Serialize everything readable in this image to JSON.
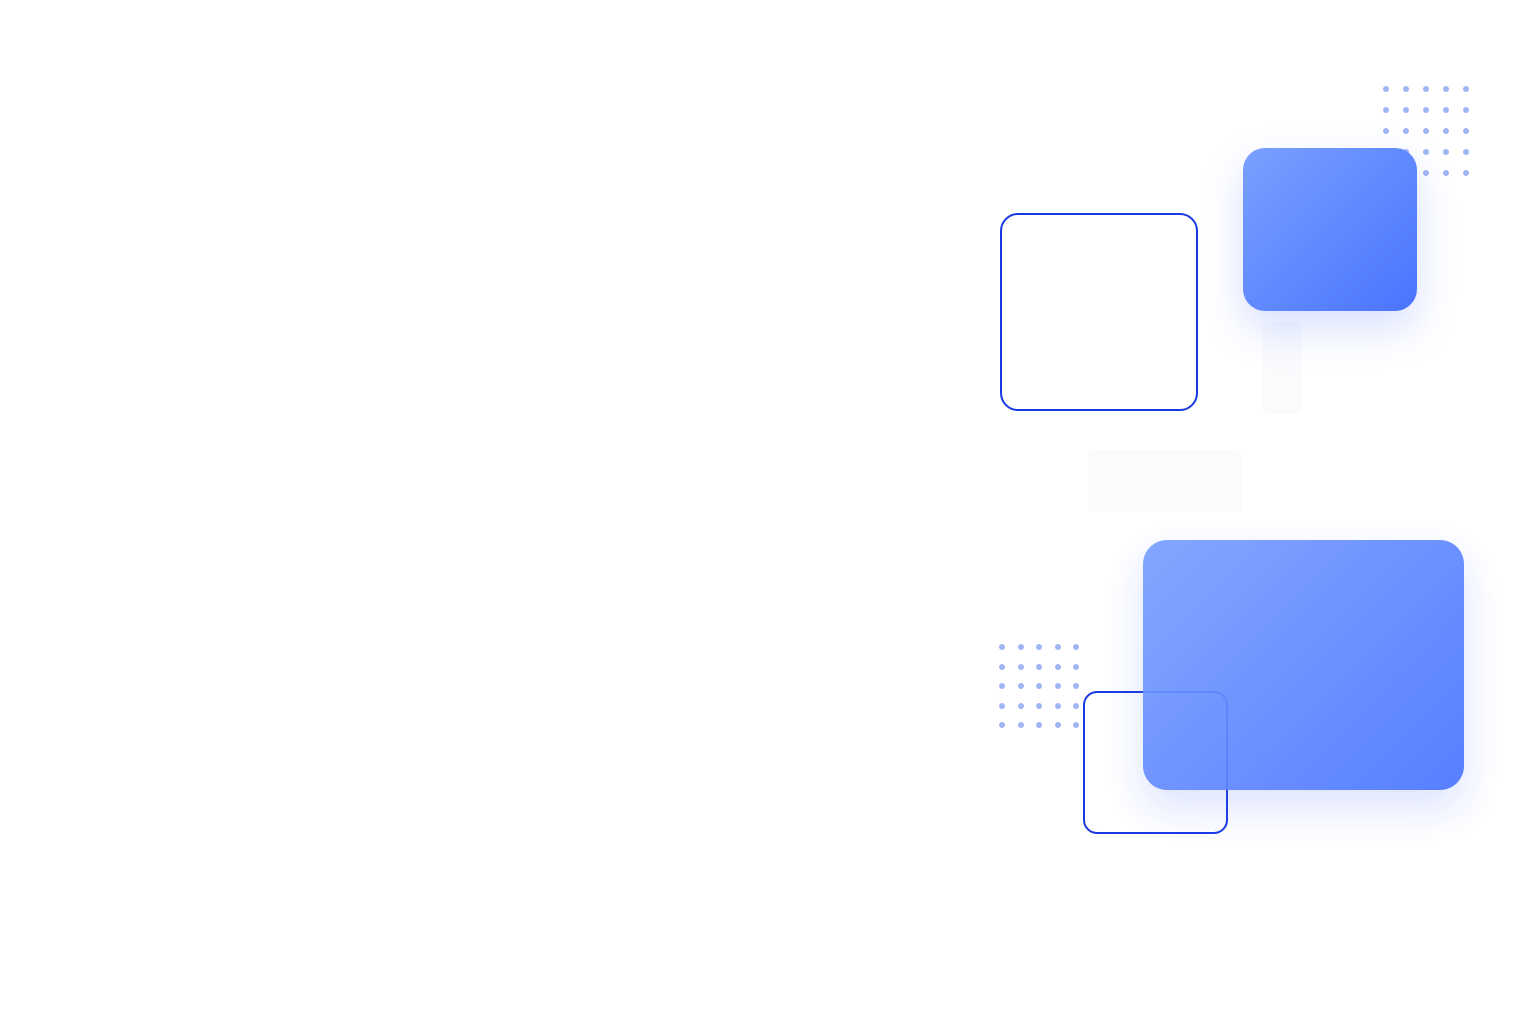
{
  "colors": {
    "background": "#ffffff",
    "outline": "#1a3be0",
    "fill_light": "#7aa0ff",
    "fill_dark": "#4a74ff",
    "dots": "#9fb6f5"
  },
  "decorations": {
    "dot_grids": [
      {
        "name": "dot-grid-top-right",
        "rows": 5,
        "cols": 5
      },
      {
        "name": "dot-grid-bottom-left",
        "rows": 5,
        "cols": 5
      }
    ]
  }
}
